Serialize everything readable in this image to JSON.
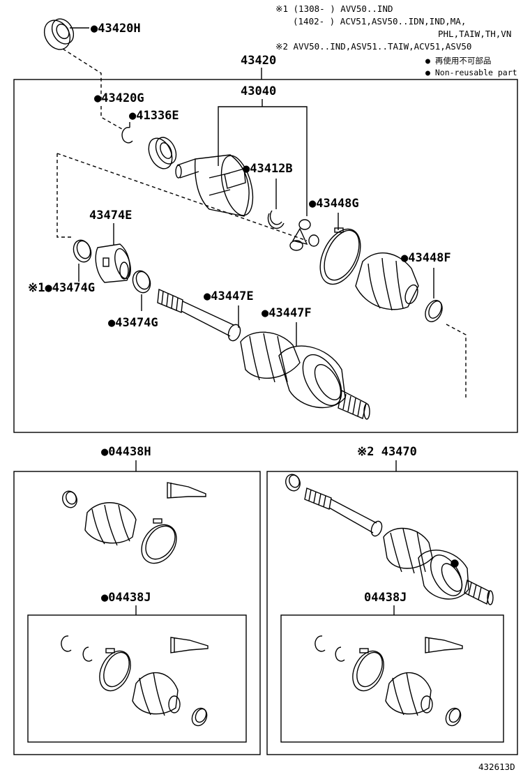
{
  "notes": {
    "line1": "※1 (1308-    ) AVV50..IND",
    "line2": "(1402-    ) ACV51,ASV50..IDN,IND,MA,",
    "line3": "PHL,TAIW,TH,VN",
    "line4": "※2 AVV50..IND,ASV51..TAIW,ACV51,ASV50",
    "legend_jp": "● 再使用不可部品",
    "legend_en": "● Non-reusable part"
  },
  "labels": {
    "p43420H": "●43420H",
    "p43420": "43420",
    "p43040": "43040",
    "p43420G": "●43420G",
    "p41336E": "●41336E",
    "p43412B": "●43412B",
    "p43448G": "●43448G",
    "p43474E": "43474E",
    "p43448F": "●43448F",
    "p43474G_a": "※1●43474G",
    "p43447E": "●43447E",
    "p43447F": "●43447F",
    "p43474G_b": "●43474G",
    "p04438H": "●04438H",
    "p43470": "※2 43470",
    "p04438J_a": "●04438J",
    "p04438J_b": "04438J",
    "footer": "432613D"
  }
}
